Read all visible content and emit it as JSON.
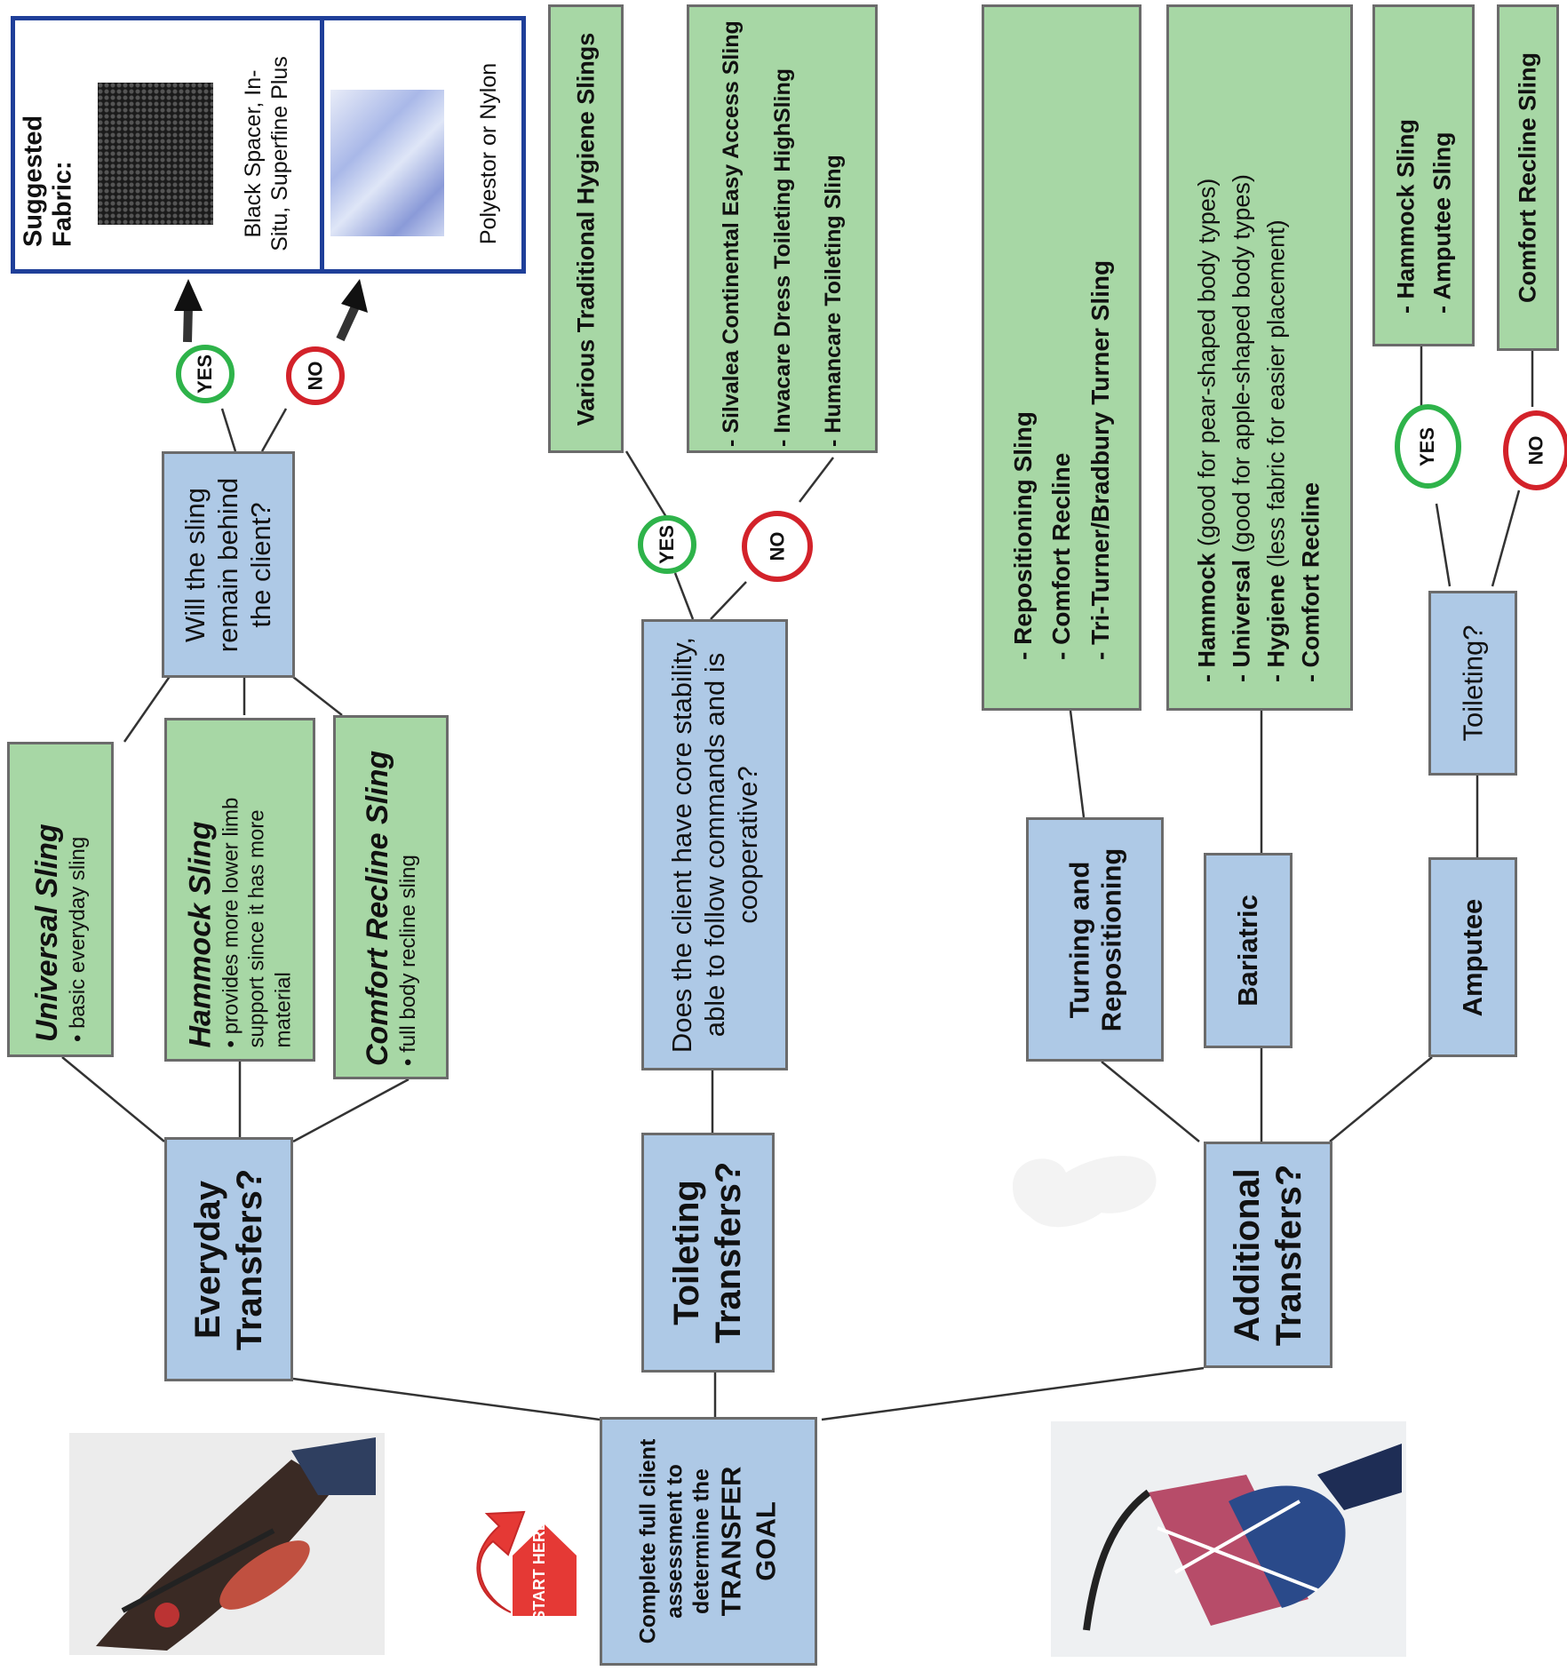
{
  "start": {
    "arrow_label": "START HERE",
    "assessment_lines": [
      "Complete full client",
      "assessment to",
      "determine the",
      "TRANSFER",
      "GOAL"
    ]
  },
  "everyday": {
    "title": "Everyday Transfers?",
    "slings": [
      {
        "name": "Universal Sling",
        "desc": "basic everyday sling"
      },
      {
        "name": "Hammock Sling",
        "desc": "provides more lower limb support since it has more material"
      },
      {
        "name": "Comfort Recline Sling",
        "desc": "full body recline sling"
      }
    ],
    "question": "Will the sling remain behind the client?",
    "yes": "YES",
    "no": "NO",
    "fabric": {
      "heading": "Suggested Fabric:",
      "yes_text": "Black Spacer, In-Situ, Superfine Plus",
      "no_text": "Polyestor or Nylon"
    }
  },
  "toileting": {
    "title": "Toileting Transfers?",
    "question": "Does the client have core stability, able to follow commands and is cooperative?",
    "yes": "YES",
    "no": "NO",
    "yes_result": "Various Traditional Hygiene Slings",
    "no_results": [
      "- Silvalea Continental Easy Access Sling",
      "- Invacare Dress Toileting HighSling",
      "- Humancare Toileting Sling"
    ]
  },
  "additional": {
    "title": "Additional Transfers?",
    "turning": {
      "label": "Turning and Repositioning",
      "options": [
        "- Repositioning Sling",
        "- Comfort Recline",
        "- Tri-Turner/Bradbury Turner Sling"
      ]
    },
    "bariatric": {
      "label": "Bariatric",
      "options": [
        {
          "name": "- Hammock",
          "note": " (good for pear-shaped body types)"
        },
        {
          "name": "- Universal",
          "note": " (good for apple-shaped body types)"
        },
        {
          "name": "- Hygiene",
          "note": " (less fabric for easier placement)"
        },
        {
          "name": "- Comfort Recline",
          "note": ""
        }
      ]
    },
    "amputee": {
      "label": "Amputee",
      "question": "Toileting?",
      "yes": "YES",
      "no": "NO",
      "yes_results": [
        "- Hammock Sling",
        "- Amputee Sling"
      ],
      "no_result": "Comfort Recline Sling"
    }
  },
  "colors": {
    "question_box": "#aec9e6",
    "result_box": "#a7d7a5",
    "yes": "#2eb34a",
    "no": "#d3222a",
    "fabric_border": "#1f3f99"
  }
}
